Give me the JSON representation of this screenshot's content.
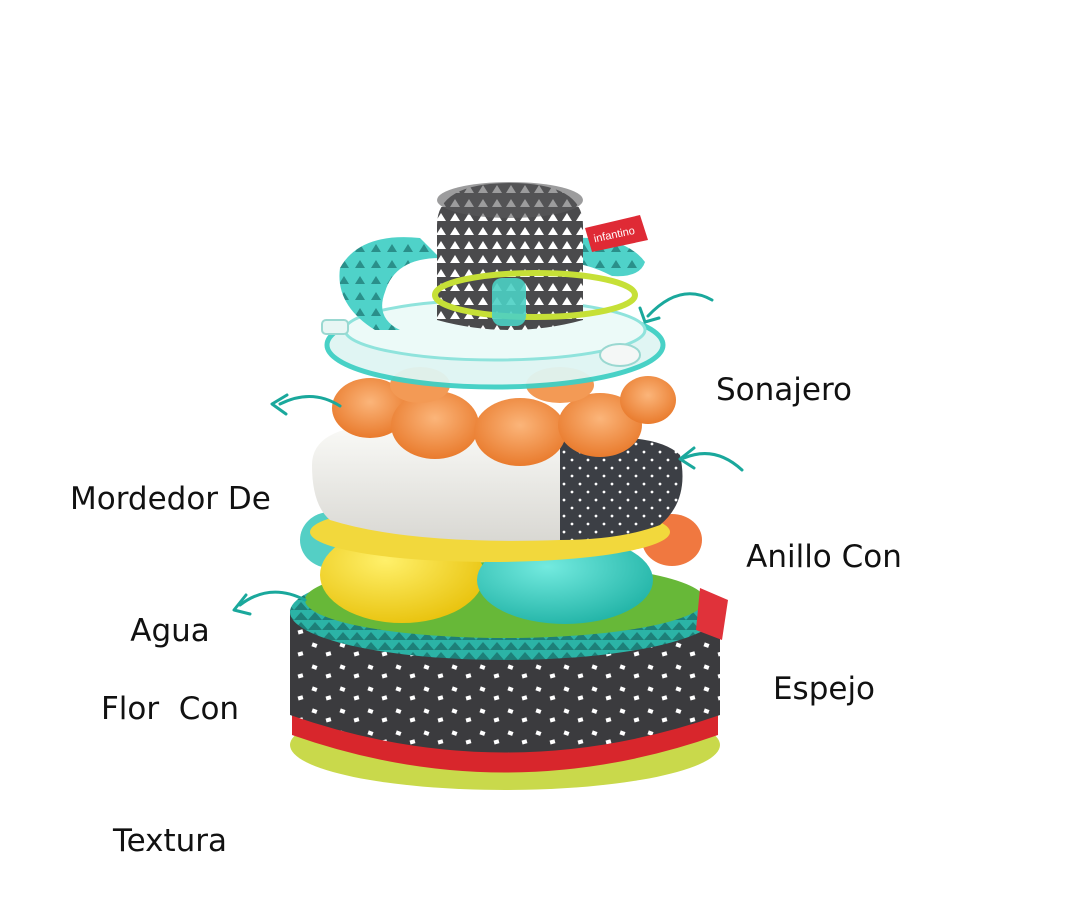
{
  "labels": {
    "sonajero": "Sonajero",
    "mordedor_line1": "Mordedor De",
    "mordedor_line2": "Agua",
    "anillo_line1": "Anillo Con",
    "anillo_line2": "Espejo",
    "flor_line1": "Flor  Con",
    "flor_line2": "Textura"
  },
  "brand_tag": "infantino",
  "colors": {
    "arrow": "#1aa89c",
    "teal": "#3fd0c6",
    "orange": "#f08a3c",
    "yellow": "#f4d320",
    "green": "#6dbb3a",
    "charcoal": "#3a3a3c",
    "red": "#d8262c",
    "cream": "#efeeea"
  }
}
